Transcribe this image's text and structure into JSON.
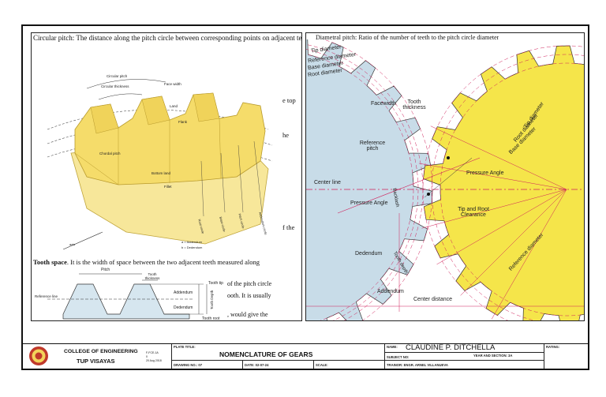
{
  "left_panel": {
    "top_text": "Circular pitch: The distance along the pitch circle between corresponding points on adjacent teeth, which",
    "side_texts": [
      "e top",
      "he",
      "f the"
    ],
    "gear_labels": {
      "circular_pitch": "Circular pitch",
      "circular_thickness": "Circular thickness",
      "face_width": "Face width",
      "land": "Land",
      "flank": "Flank",
      "chordal_pitch": "Chordal pitch",
      "bottom_land": "Bottom land",
      "fillet": "Fillet",
      "root_circle": "Root circle",
      "base_circle": "Base circle",
      "pitch_circle": "Pitch circle",
      "addendum_circle": "Addendum circle",
      "axis": "axis",
      "legend_a": "a = Addendum",
      "legend_b": "b = Dedendum"
    },
    "tooth_space_bold": "Tooth space",
    "tooth_space_text": ". It is the width of space between the two adjacent teeth measured along",
    "bottom_fragments": [
      "of the pitch circle",
      "ooth. It is usually",
      ", would give the"
    ],
    "profile_labels": {
      "pitch": "Pitch",
      "tooth_thickness": "Tooth thickness",
      "tooth_tip": "Tooth tip",
      "addendum": "Addendum",
      "dedendum": "Dedendum",
      "tooth_depth": "Tooth Depth",
      "tooth_root": "Tooth root",
      "reference_line": "Reference line"
    }
  },
  "right_panel": {
    "top_text": "Diametral pitch: Ratio of the number of teeth to the pitch circle diameter",
    "labels": {
      "tip_diameter": "Tip diameter",
      "reference_diameter": "Reference diameter",
      "base_diameter": "Base diameter",
      "root_diameter": "Root diameter",
      "facewidth": "Facewidth",
      "tooth_thickness": "Tooth thickness",
      "reference_pitch": "Reference pitch",
      "center_line": "Center line",
      "pressure_angle": "Pressure Angle",
      "pressure_angle_right": "Pressure Angle",
      "backlash": "Backlash",
      "tip_and_root_clearance": "Tip and Root Clearance",
      "dedendum": "Dedendum",
      "tooth_depth": "Tooth depth",
      "addendum": "Addendum",
      "center_distance": "Center distance",
      "tip_diameter_r": "Tip diameter",
      "root_diameter_r": "Root diameter",
      "base_diameter_r": "Base diameter",
      "reference_diameter_r": "Reference diameter"
    }
  },
  "title_block": {
    "college": "COLLEGE OF ENGINEERING",
    "school": "TUP VISAYAS",
    "doc_code": "F-FCE-1A",
    "doc_code2": "0",
    "doc_date": "20 Aug 2018",
    "plate_title_label": "PLATE TITLE:",
    "plate_title": "NOMENCLATURE OF GEARS",
    "drawing_no": "DRAWING NO.: 07",
    "date": "DATE: 02-07-24",
    "scale_label": "SCALE:",
    "name_label": "NAME:",
    "name": "CLAUDINE P. DITCHELLA",
    "subject_label": "SUBJECT NO:",
    "year_section": "YEAR AND SECTION: 3A",
    "trainor": "TRAINOR: ENGR. ARNEL VILLANUEVA",
    "rating_label": "RATING:"
  },
  "colors": {
    "gear_yellow": "#f5e54a",
    "gear_blue": "#c8dce8",
    "dim_red": "#d0205a",
    "light_yellow": "#f7e79a"
  }
}
